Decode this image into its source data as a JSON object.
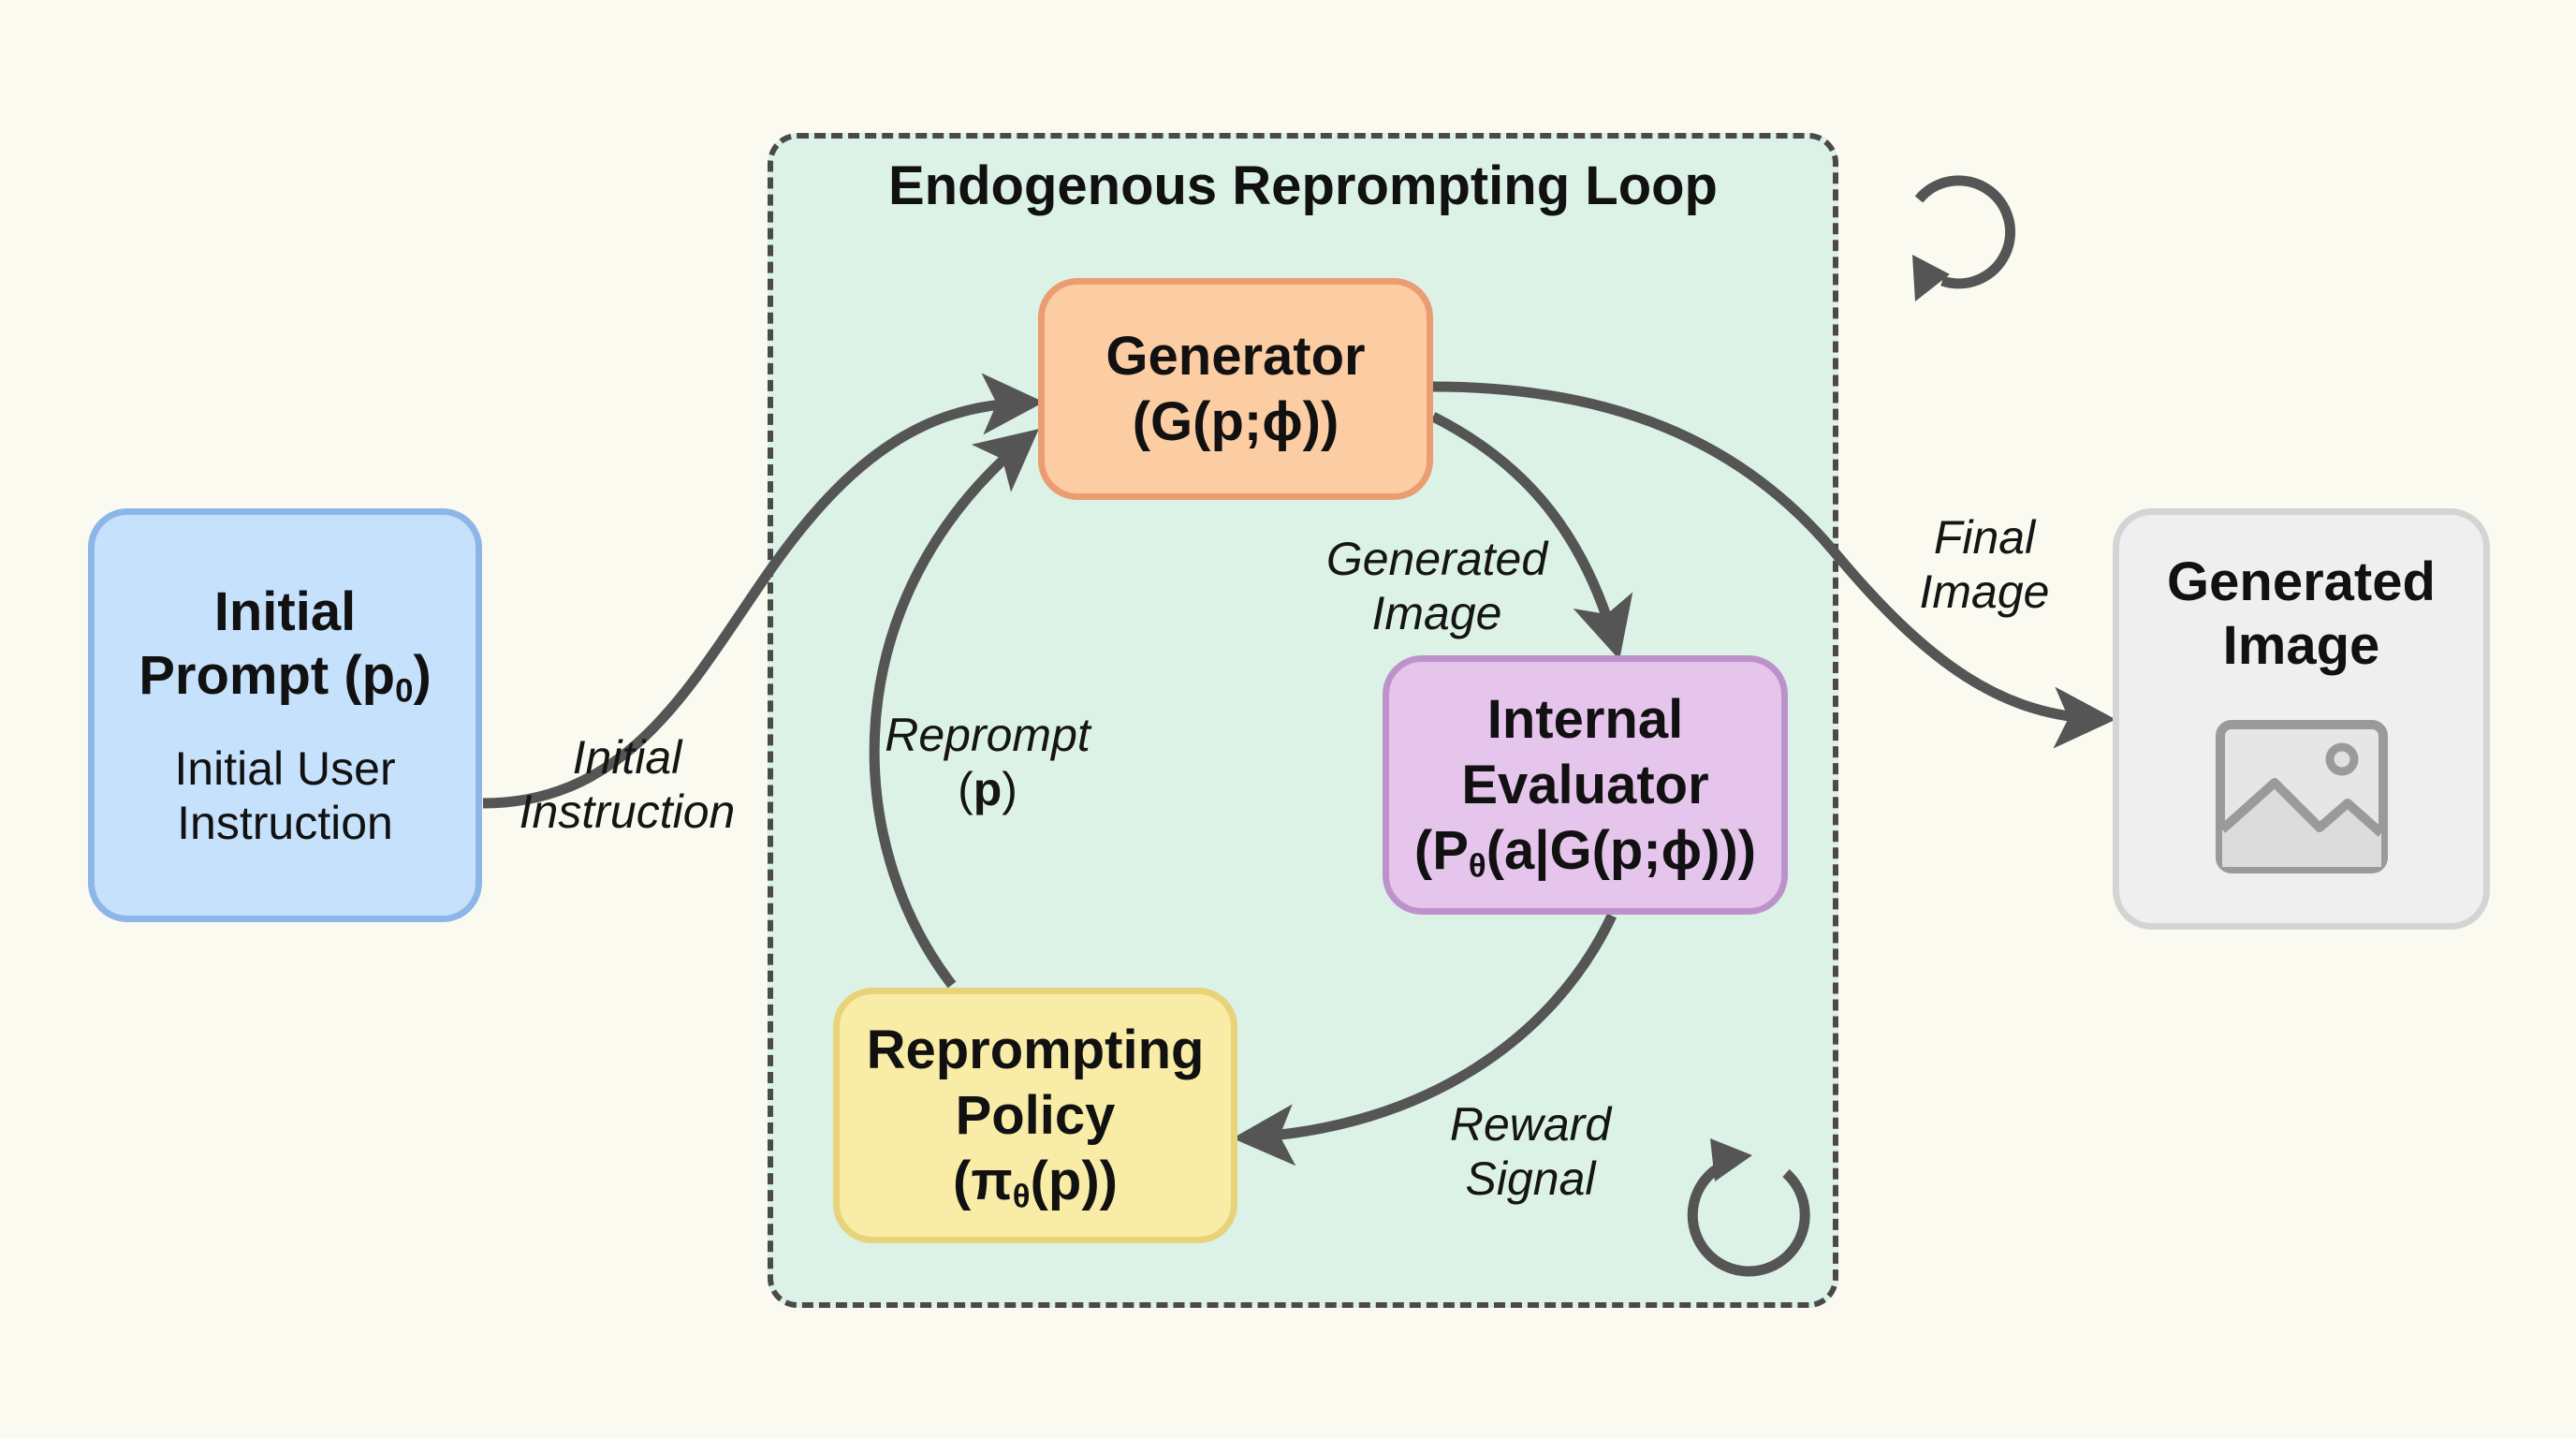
{
  "loop": {
    "title": "Endogenous Reprompting Loop",
    "fill_color": "#dcf2e6",
    "border_color": "#4a4a4a"
  },
  "nodes": {
    "initial_prompt": {
      "title_line1": "Initial",
      "title_line2": "Prompt (p",
      "title_sub": "0",
      "title_close": ")",
      "subtitle_line1": "Initial User",
      "subtitle_line2": "Instruction",
      "fill_color": "#c6e1fb",
      "border_color": "#8cb6e8"
    },
    "generator": {
      "title": "Generator",
      "formula": "(G(p;ϕ))",
      "fill_color": "#fccca2",
      "border_color": "#eb9d72"
    },
    "evaluator": {
      "title_line1": "Internal",
      "title_line2": "Evaluator",
      "formula_pre": "(P",
      "formula_sub": "θ",
      "formula_post": "(a|G(p;ϕ)))",
      "fill_color": "#e6c5ec",
      "border_color": "#bd92cc"
    },
    "policy": {
      "title_line1": "Reprompting",
      "title_line2": "Policy",
      "formula_pre": "(π",
      "formula_sub": "θ",
      "formula_post": "(p))",
      "fill_color": "#f8eca6",
      "border_color": "#e8d27a"
    },
    "generated_image": {
      "title_line1": "Generated",
      "title_line2": "Image",
      "icon": "image-placeholder-icon",
      "fill_color": "#efefef",
      "border_color": "#d4d4d4"
    }
  },
  "edges": {
    "initial_instruction": {
      "line1": "Initial",
      "line2": "Instruction"
    },
    "generated_image": {
      "line1": "Generated",
      "line2": "Image"
    },
    "reprompt": {
      "line1": "Reprompt",
      "line2_pre": "(",
      "line2_bold": "p",
      "line2_post": ")"
    },
    "reward_signal": {
      "line1": "Reward",
      "line2": "Signal"
    },
    "final_image": {
      "line1": "Final",
      "line2": "Image"
    },
    "arrow_color": "#555555"
  },
  "icons": {
    "top_cycle": "cycle-arrow-icon",
    "bottom_cycle": "cycle-arrow-icon"
  }
}
